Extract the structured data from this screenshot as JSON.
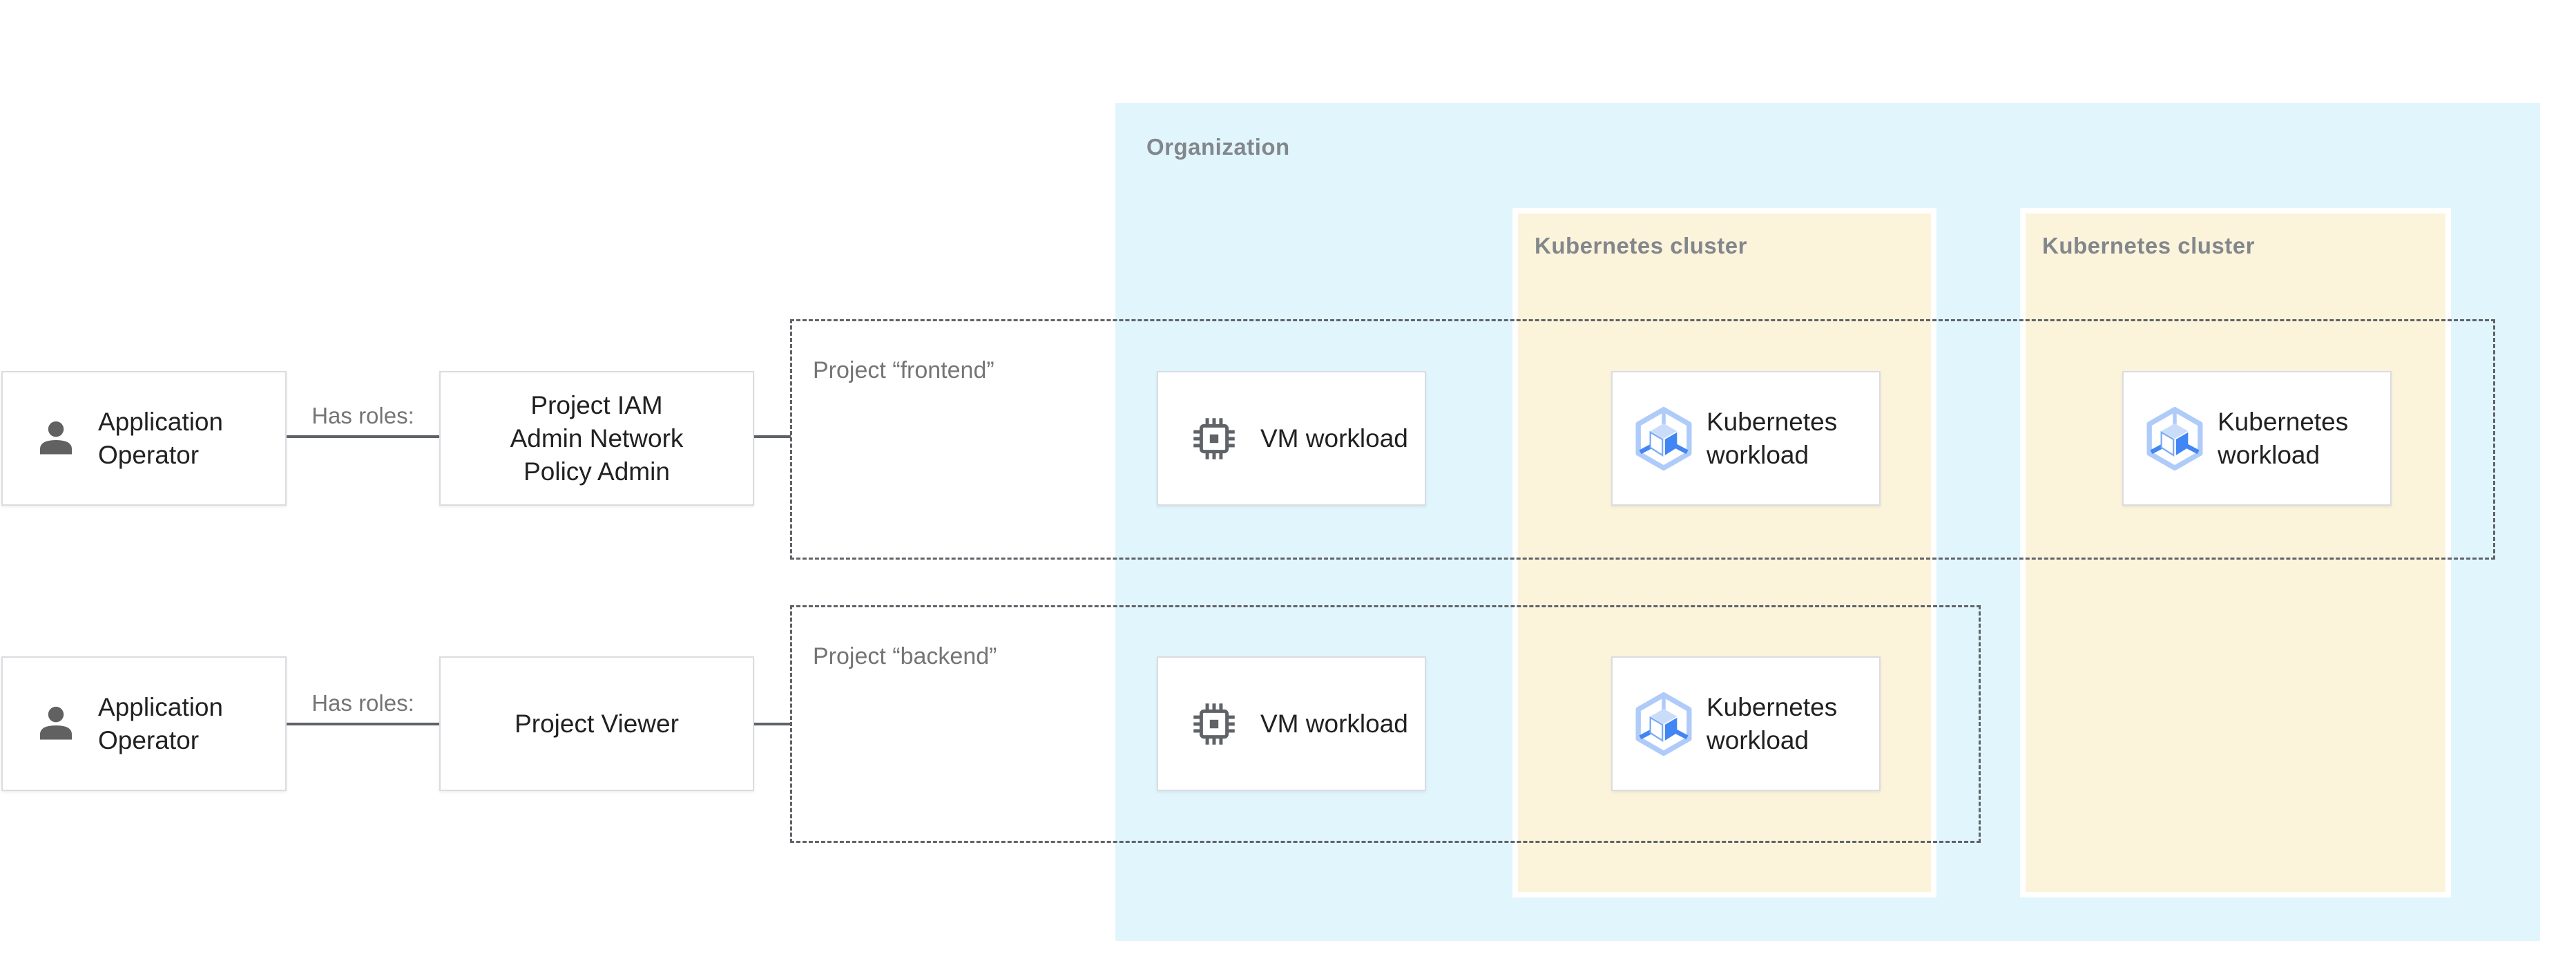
{
  "diagram": {
    "organization": {
      "label": "Organization"
    },
    "clusters": [
      {
        "label": "Kubernetes cluster"
      },
      {
        "label": "Kubernetes cluster"
      }
    ],
    "projects": [
      {
        "label": "Project “frontend”"
      },
      {
        "label": "Project “backend”"
      }
    ],
    "edges": [
      {
        "label": "Has roles:"
      },
      {
        "label": "Has roles:"
      }
    ],
    "actors": [
      {
        "label": "Application\nOperator"
      },
      {
        "label": "Application\nOperator"
      }
    ],
    "roles": [
      {
        "label": "Project IAM\nAdmin Network\nPolicy Admin"
      },
      {
        "label": "Project Viewer"
      }
    ],
    "workloads": [
      {
        "type": "vm",
        "label": "VM workload"
      },
      {
        "type": "k8s",
        "label": "Kubernetes\nworkload"
      },
      {
        "type": "k8s",
        "label": "Kubernetes\nworkload"
      },
      {
        "type": "vm",
        "label": "VM workload"
      },
      {
        "type": "k8s",
        "label": "Kubernetes\nworkload"
      }
    ],
    "colors": {
      "organization_bg": "#E1F5FD",
      "cluster_bg": "#FCF3DB",
      "container_label_gray": "#82878C",
      "label_gray": "#757575",
      "node_border": "#DADCE0",
      "connector_line": "#5F6368",
      "text_dark": "#212121",
      "icon_gray": "#616161",
      "gke_blue": "#4285F4",
      "gke_light_blue": "#AECBFA",
      "gke_pale_blue": "#C9DDFB"
    }
  }
}
